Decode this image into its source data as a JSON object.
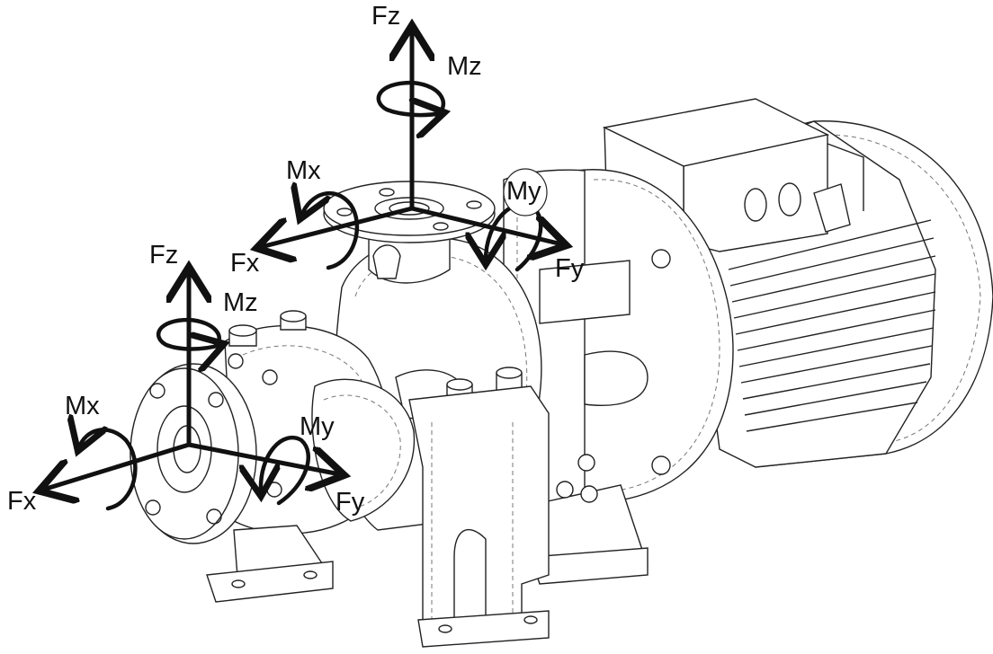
{
  "labels": {
    "top": {
      "fz": "Fz",
      "mz": "Mz",
      "mx": "Mx",
      "fx": "Fx",
      "my": "My",
      "fy": "Fy"
    },
    "suction": {
      "fz": "Fz",
      "mz": "Mz",
      "mx": "Mx",
      "fx": "Fx",
      "my": "My",
      "fy": "Fy"
    }
  }
}
